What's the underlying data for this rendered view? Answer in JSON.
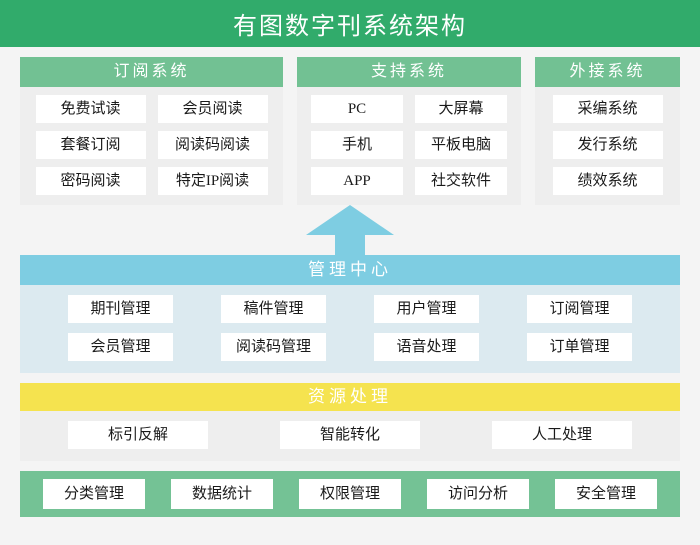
{
  "title": "有图数字刊系统架构",
  "top_panels": [
    {
      "key": "subscription",
      "header": "订阅系统",
      "items": [
        "免费试读",
        "会员阅读",
        "套餐订阅",
        "阅读码阅读",
        "密码阅读",
        "特定IP阅读"
      ]
    },
    {
      "key": "support",
      "header": "支持系统",
      "items": [
        "PC",
        "大屏幕",
        "手机",
        "平板电脑",
        "APP",
        "社交软件"
      ]
    },
    {
      "key": "external",
      "header": "外接系统",
      "items": [
        "采编系统",
        "发行系统",
        "绩效系统"
      ]
    }
  ],
  "arrow": {
    "name": "up-arrow",
    "direction": "up",
    "color": "#7ecde2"
  },
  "management_center": {
    "header": "管理中心",
    "items": [
      "期刊管理",
      "稿件管理",
      "用户管理",
      "订阅管理",
      "会员管理",
      "阅读码管理",
      "语音处理",
      "订单管理"
    ]
  },
  "resource_processing": {
    "header": "资源处理",
    "items": [
      "标引反解",
      "智能转化",
      "人工处理"
    ]
  },
  "bottom_bar": {
    "items": [
      "分类管理",
      "数据统计",
      "权限管理",
      "访问分析",
      "安全管理"
    ]
  },
  "colors": {
    "title_green": "#31ab6b",
    "panel_green": "#72c193",
    "panel_body": "#eeeeee",
    "center_blue": "#7ecde2",
    "center_body": "#dceaf0",
    "resource_yellow": "#f5e34f",
    "bottom_green": "#74c295",
    "page_background": "#f4f4f4",
    "cell_white": "#ffffff"
  }
}
